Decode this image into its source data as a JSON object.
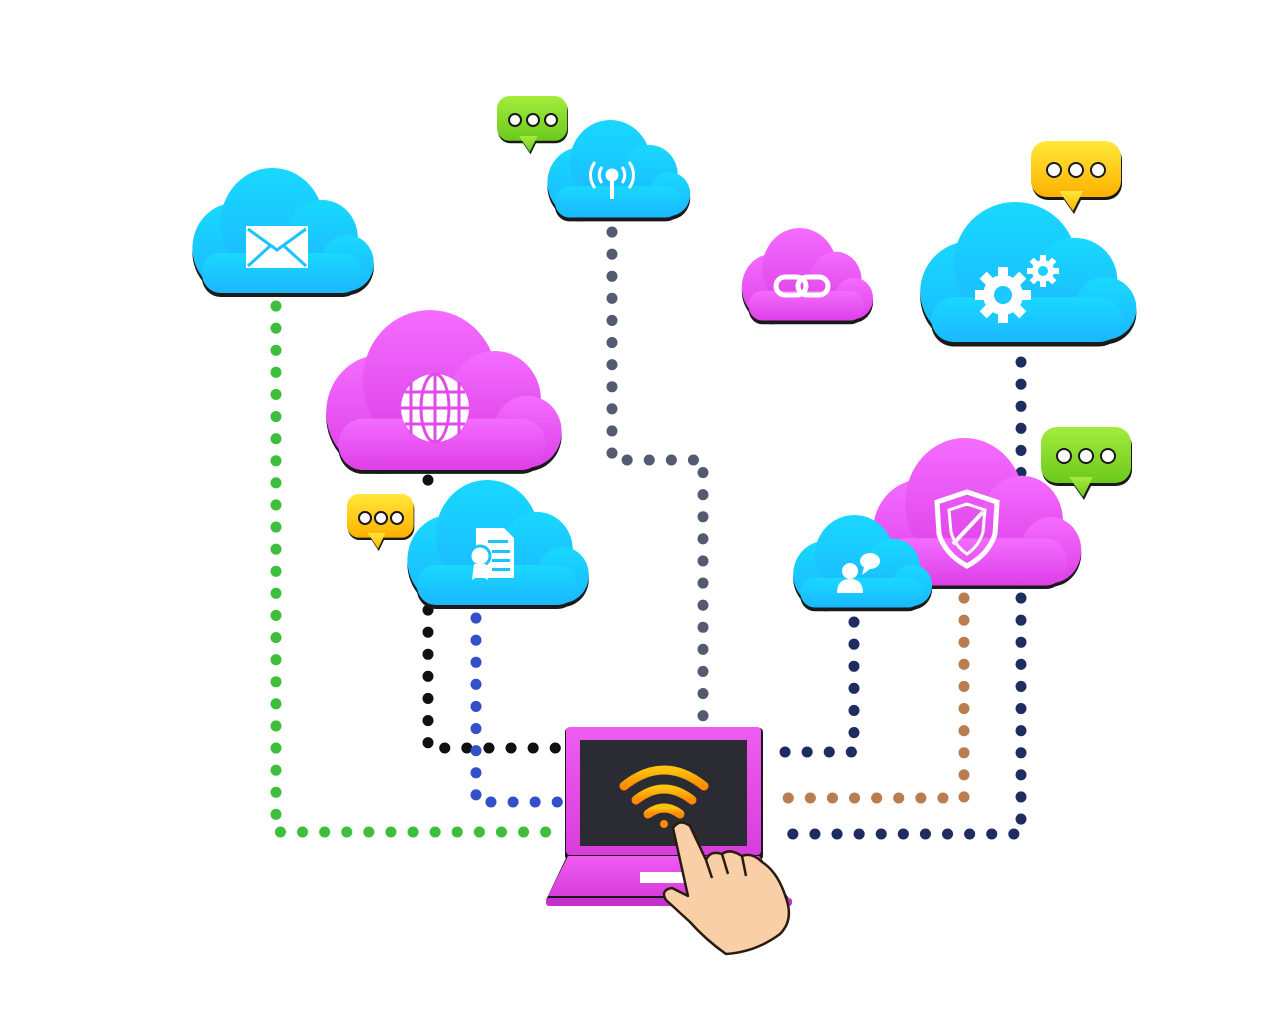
{
  "scene": {
    "background": "#ffffff",
    "description_free": true
  },
  "palette": {
    "cloud_blue_top": "#19d8ff",
    "cloud_blue_bottom": "#1ab8ff",
    "cloud_pink_top": "#f46cff",
    "cloud_pink_bottom": "#dd3fe6",
    "bubble_green_top": "#a4ec3c",
    "bubble_green_bottom": "#6cc91d",
    "bubble_yellow_top": "#ffe83a",
    "bubble_yellow_bottom": "#ffb100",
    "laptop_body": "#e64de6",
    "laptop_screen": "#2b2b33",
    "wifi_top": "#ffc20e",
    "wifi_bottom": "#ff8a00",
    "hand_skin": "#f8cfa6",
    "line_green": "#3dbf3d",
    "line_slate": "#545b70",
    "line_black": "#111111",
    "line_blue": "#3250c8",
    "line_navy": "#1e2c5f",
    "line_brown": "#b97d4f"
  },
  "clouds": [
    {
      "id": "mail",
      "icon": "envelope-icon",
      "color": "blue"
    },
    {
      "id": "antenna",
      "icon": "antenna-icon",
      "color": "blue"
    },
    {
      "id": "link",
      "icon": "link-icon",
      "color": "pink"
    },
    {
      "id": "settings",
      "icon": "gears-icon",
      "color": "blue"
    },
    {
      "id": "web",
      "icon": "globe-icon",
      "color": "pink"
    },
    {
      "id": "document",
      "icon": "certificate-document-icon",
      "color": "blue"
    },
    {
      "id": "chat",
      "icon": "user-chat-icon",
      "color": "blue"
    },
    {
      "id": "security",
      "icon": "shield-icon",
      "color": "pink"
    }
  ],
  "speech_bubbles": [
    {
      "id": "bubble-antenna",
      "color": "green",
      "icon": "ellipsis-icon"
    },
    {
      "id": "bubble-settings",
      "color": "yellow",
      "icon": "ellipsis-icon"
    },
    {
      "id": "bubble-document",
      "color": "yellow",
      "icon": "ellipsis-icon"
    },
    {
      "id": "bubble-security",
      "color": "green",
      "icon": "ellipsis-icon"
    }
  ],
  "device": {
    "icon": "laptop-icon",
    "screen_icon": "wifi-icon",
    "pointer": "hand-pointer-icon"
  }
}
